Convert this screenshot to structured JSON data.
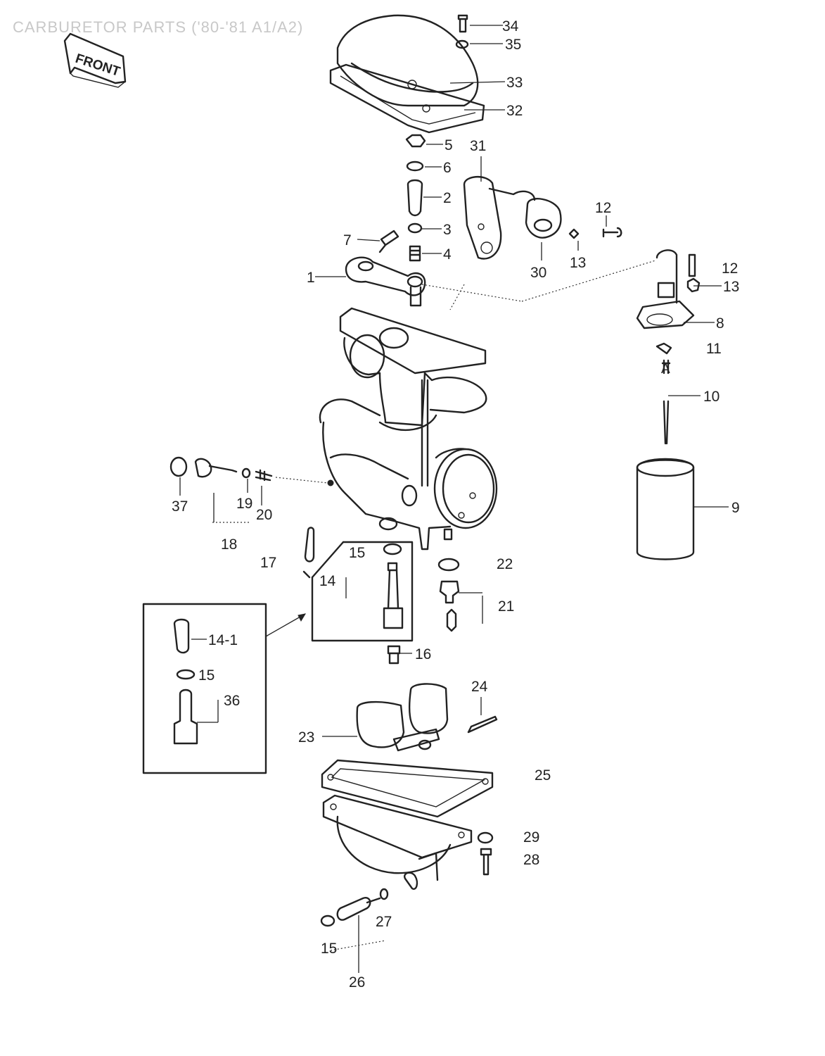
{
  "title": "CARBURETOR PARTS ('80-'81 A1/A2)",
  "front_badge": "FRONT",
  "callouts": {
    "p1": "1",
    "p2": "2",
    "p3": "3",
    "p4": "4",
    "p5": "5",
    "p6": "6",
    "p7": "7",
    "p8": "8",
    "p9": "9",
    "p10": "10",
    "p11": "11",
    "p12a": "12",
    "p12b": "12",
    "p13a": "13",
    "p13b": "13",
    "p14": "14",
    "p14_1": "14-1",
    "p15a": "15",
    "p15b": "15",
    "p15c": "15",
    "p16": "16",
    "p17": "17",
    "p18": "18",
    "p19": "19",
    "p20": "20",
    "p21": "21",
    "p22": "22",
    "p23": "23",
    "p24": "24",
    "p25": "25",
    "p26": "26",
    "p27": "27",
    "p28": "28",
    "p29": "29",
    "p30": "30",
    "p31": "31",
    "p32": "32",
    "p33": "33",
    "p34": "34",
    "p35": "35",
    "p36": "36",
    "p37": "37"
  },
  "marker_a": "A"
}
